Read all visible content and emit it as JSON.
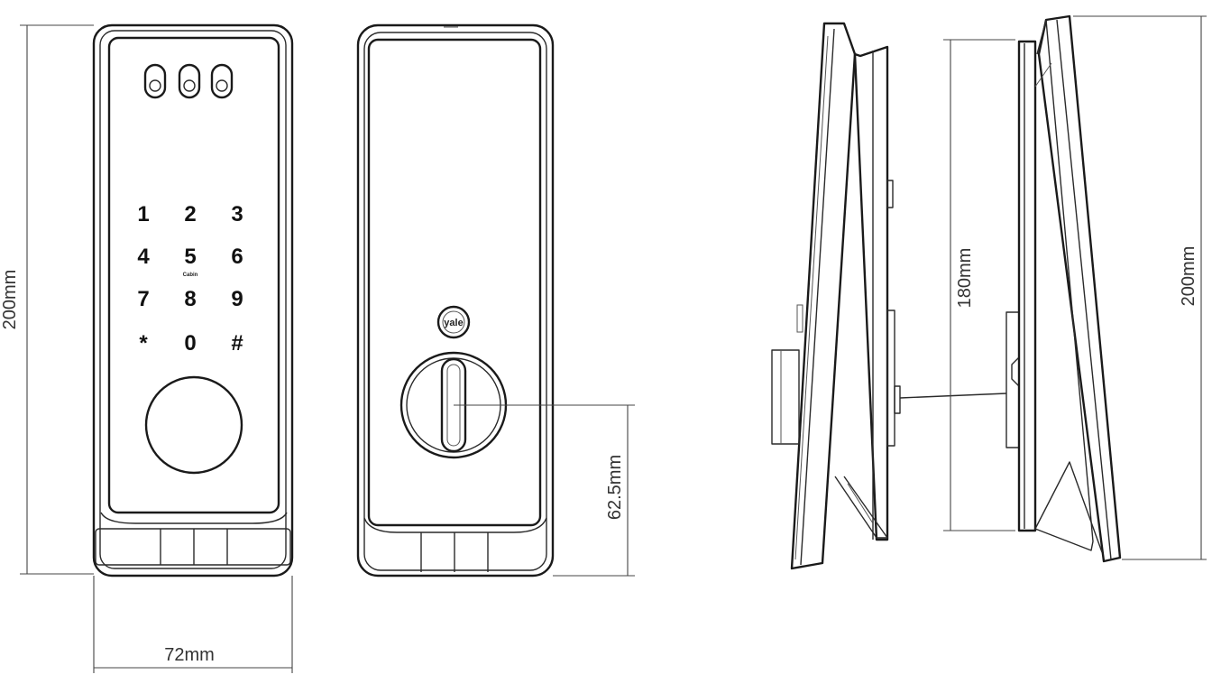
{
  "dimensions": {
    "front_height": "200mm",
    "width": "72mm",
    "spindle_offset": "62.5mm",
    "side_inner_height": "180mm",
    "side_outer_height": "200mm"
  },
  "keypad": {
    "keys": [
      "1",
      "2",
      "3",
      "4",
      "5",
      "6",
      "7",
      "8",
      "9",
      "*",
      "0",
      "#"
    ],
    "sublabel": "Cabin"
  },
  "back_view": {
    "logo_text": "yale"
  }
}
